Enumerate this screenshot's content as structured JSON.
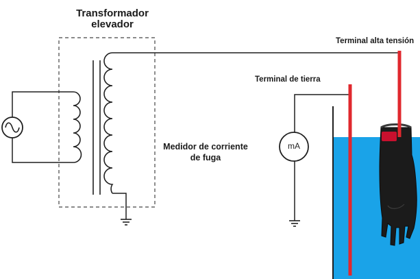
{
  "labels": {
    "transformer_title_line1": "Transformador",
    "transformer_title_line2": "elevador",
    "hv_terminal": "Terminal alta tensión",
    "ground_terminal": "Terminal de tierra",
    "meter_line1": "Medidor de corriente",
    "meter_line2": "de fuga",
    "ammeter_unit": "mA"
  },
  "icons": {
    "source": "ac-source-icon",
    "ground": "ground-icon",
    "glove": "rubber-glove-icon"
  },
  "colors": {
    "wire": "#1f1f1f",
    "terminal_red": "#e0282e",
    "water": "#1aa3e8",
    "glove": "#1b1b1b",
    "glove_band": "#c8102e"
  }
}
